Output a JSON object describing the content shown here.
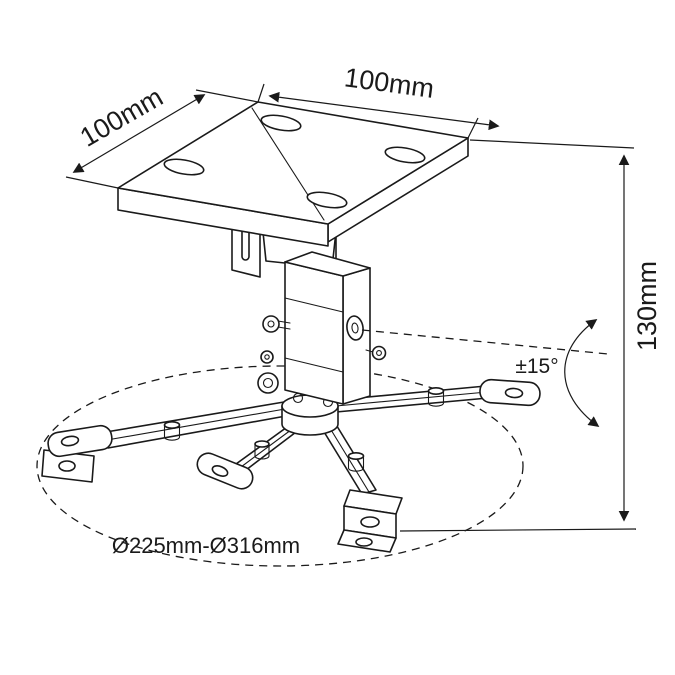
{
  "diagram": {
    "labels": {
      "plate_depth": "100mm",
      "plate_width": "100mm",
      "height": "130mm",
      "tilt_range": "±15°",
      "base_diameter": "Ø225mm-Ø316mm"
    },
    "colors": {
      "line": "#1a1a1a",
      "background": "#ffffff"
    }
  }
}
